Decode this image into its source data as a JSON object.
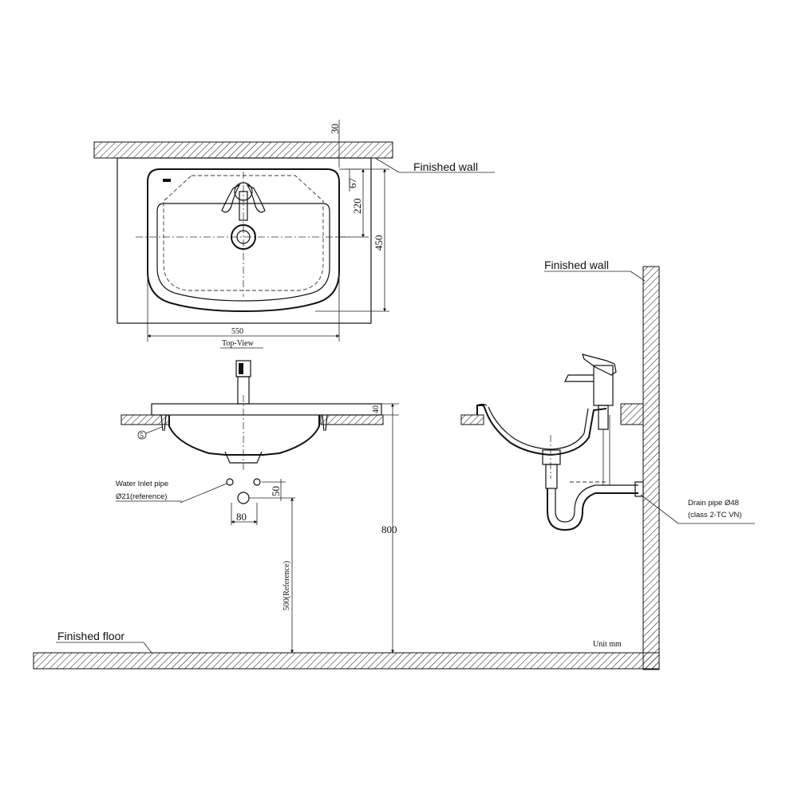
{
  "labels": {
    "finished_wall_top": "Finished wall",
    "finished_wall_side": "Finished wall",
    "finished_floor": "Finished floor",
    "top_view": "Top-View",
    "water_inlet_line1": "Water Inlet pipe",
    "water_inlet_line2": "Ø21(reference)",
    "drain_line1": "Drain pipe Ø48",
    "drain_line2": "(class 2-TC VN)",
    "unit": "Unit mm"
  },
  "dimensions": {
    "d30": "30",
    "d67": "67",
    "d220": "220",
    "d450": "450",
    "d550": "550",
    "d40": "40",
    "d50": "50",
    "d80": "80",
    "d800": "800",
    "d500": "500(Reference)"
  },
  "callouts": {
    "c5": "5"
  }
}
